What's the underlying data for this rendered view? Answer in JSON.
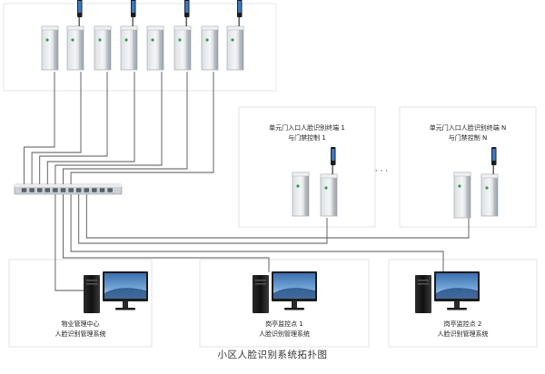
{
  "title": "小区人脸识别系统拓扑图",
  "unit_groups": [
    {
      "line1": "单元门入口人脸识别终端 1",
      "line2": "与门禁控制 1"
    },
    {
      "line1": "单元门入口人脸识别终端 N",
      "line2": "与门禁控制 N"
    }
  ],
  "ellipsis": "· · ·",
  "workstations": [
    {
      "name": "物业管理中心",
      "system": "人脸识别管理系统"
    },
    {
      "name": "岗亭监控点 1",
      "system": "人脸识别管理系统"
    },
    {
      "name": "岗亭监控点 2",
      "system": "人脸识别管理系统"
    }
  ],
  "colors": {
    "line": "#555555",
    "frame": "#e3e3e3",
    "screen_top": "#3b6fb0",
    "screen_bottom": "#b9d6ee"
  }
}
